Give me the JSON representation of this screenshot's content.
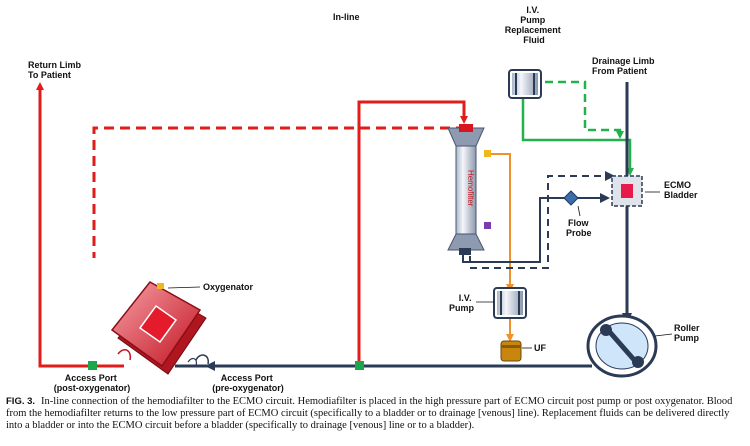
{
  "diagram": {
    "title": "In-line",
    "labels": {
      "return_limb": [
        "Return Limb",
        "To Patient"
      ],
      "iv_pump_replacement": [
        "I.V.",
        "Pump",
        "Replacement",
        "Fluid"
      ],
      "drainage_limb": [
        "Drainage Limb",
        "From Patient"
      ],
      "ecmo_bladder": [
        "ECMO",
        "Bladder"
      ],
      "flow_probe": [
        "Flow",
        "Probe"
      ],
      "oxygenator": "Oxygenator",
      "iv_pump": [
        "I.V.",
        "Pump"
      ],
      "uf": "UF",
      "roller_pump": [
        "Roller",
        "Pump"
      ],
      "access_port_post": [
        "Access Port",
        "(post-oxygenator)"
      ],
      "access_port_pre": [
        "Access Port",
        "(pre-oxygenator)"
      ],
      "hemofilter": "Hemofilter"
    },
    "colors": {
      "arterial": "#e21b1b",
      "venous": "#2b3a55",
      "replacement_fluid": "#22b14c",
      "effluent": "#f0922b",
      "port": "#1aa84a",
      "bladder": "#e8194b"
    }
  },
  "caption": {
    "figure": "FIG. 3.",
    "text": "In-line connection of the hemodiafilter to the ECMO circuit. Hemodiafilter is placed in the high pressure part of ECMO circuit post pump or post oxygenator. Blood from the hemodiafilter returns to the low pressure part of ECMO circuit (specifically to a bladder or to drainage [venous] line). Replacement fluids can be delivered directly into a bladder or into the ECMO circuit before a bladder (specifically to drainage [venous] line or to a bladder)."
  }
}
